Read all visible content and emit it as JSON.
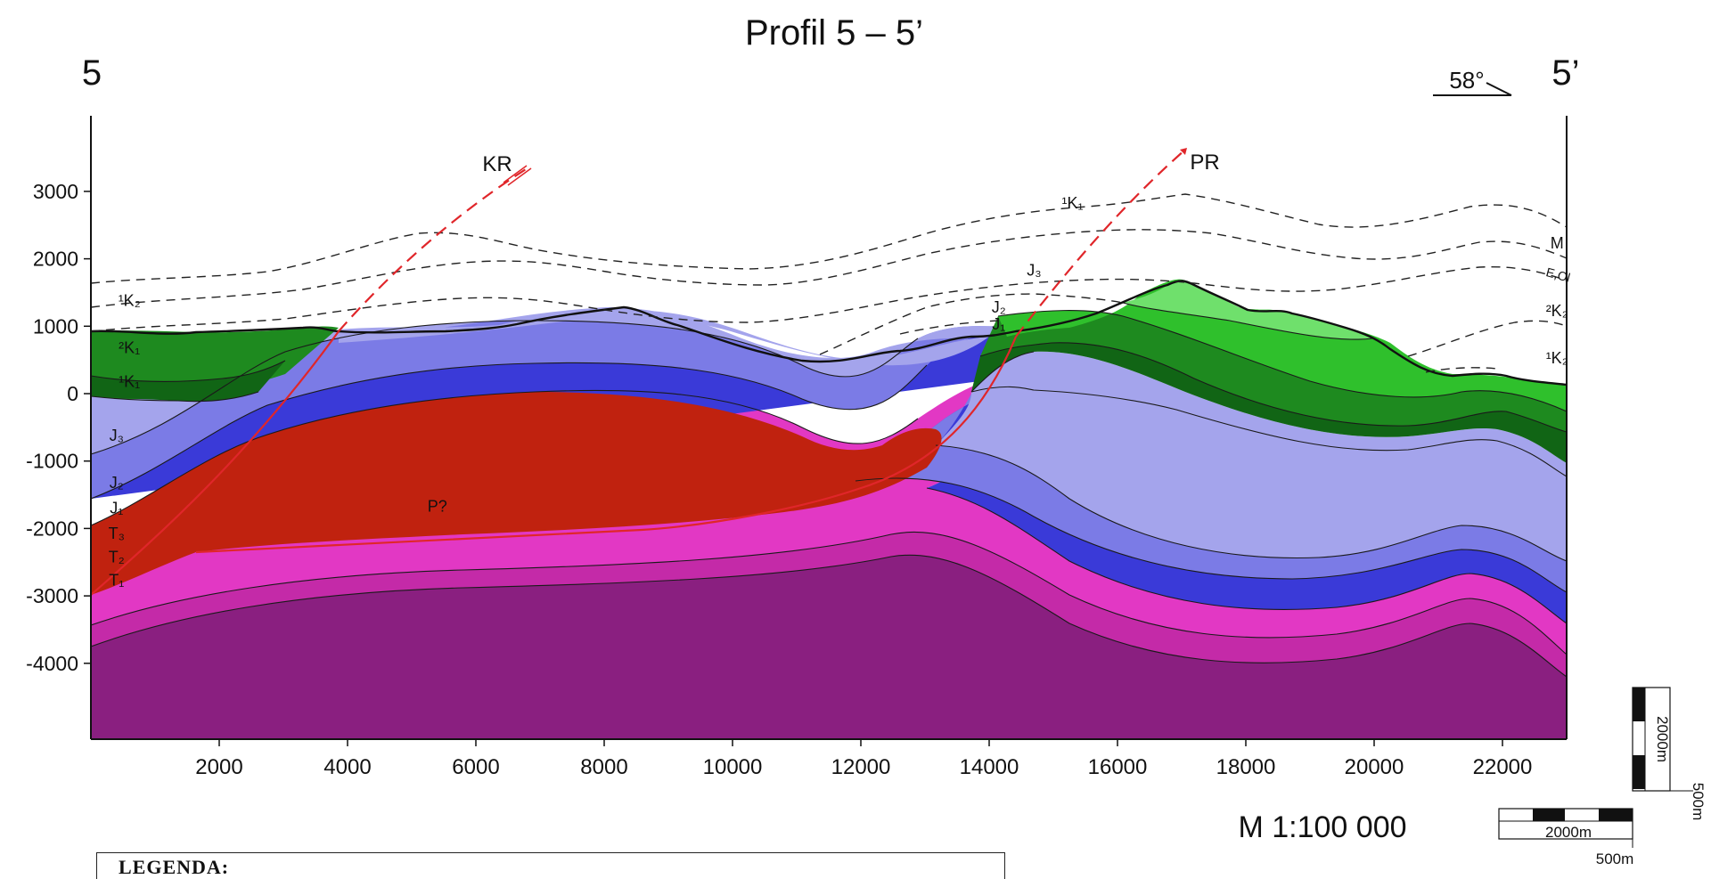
{
  "title": "Profil 5 – 5’",
  "section_ends": {
    "left": "5",
    "right": "5’"
  },
  "dip_indicator": "58°",
  "scale_text": "M 1:100 000",
  "legend_title": "LEGENDA:",
  "faults": [
    {
      "name": "KR",
      "color": "#e0262a"
    },
    {
      "name": "PR",
      "color": "#e0262a"
    }
  ],
  "scale_bar": {
    "horizontal": "2000m",
    "vertical": "2000m",
    "tick_h": "500m",
    "tick_v": "500m"
  },
  "colors": {
    "frame": "#111111",
    "K2_green_light": "#6fe06c",
    "K2_green": "#2fc02c",
    "K1_green_dark": "#1e8a1f",
    "K1_green_darker": "#116515",
    "J3_lavender": "#a4a4ec",
    "J2_periwinkle": "#7b7be6",
    "J1_blue": "#3a3ad8",
    "T3_pink": "#e238c4",
    "T2_magenta": "#c42aa8",
    "T1_purple": "#8a1f80",
    "P_red": "#c0220f"
  },
  "chart_data": {
    "type": "cross-section",
    "title": "Profil 5 – 5’",
    "xlim": [
      0,
      23000
    ],
    "ylim": [
      -5000,
      4000
    ],
    "x_ticks": [
      2000,
      4000,
      6000,
      8000,
      10000,
      12000,
      14000,
      16000,
      18000,
      20000,
      22000
    ],
    "y_ticks": [
      3000,
      2000,
      1000,
      0,
      -1000,
      -2000,
      -3000,
      -4000
    ],
    "x_tick_labels": [
      "2000",
      "4000",
      "6000",
      "8000",
      "10000",
      "12000",
      "14000",
      "16000",
      "18000",
      "20000",
      "22000"
    ],
    "y_tick_labels": [
      "3000",
      "2000",
      "1000",
      "0",
      "-1000",
      "-2000",
      "-3000",
      "-4000"
    ],
    "layers": [
      {
        "label": "¹K₂",
        "x": 600,
        "y": 1300
      },
      {
        "label": "²K₁",
        "x": 600,
        "y": 600
      },
      {
        "label": "¹K₁",
        "x": 600,
        "y": 100
      },
      {
        "label": "J₃",
        "x": 400,
        "y": -700
      },
      {
        "label": "J₂",
        "x": 400,
        "y": -1400
      },
      {
        "label": "J₁",
        "x": 400,
        "y": -1780
      },
      {
        "label": "T₃",
        "x": 400,
        "y": -2150
      },
      {
        "label": "T₂",
        "x": 400,
        "y": -2500
      },
      {
        "label": "T₁",
        "x": 400,
        "y": -2850
      },
      {
        "label": "P?",
        "x": 5400,
        "y": -1750
      },
      {
        "label": "¹K₁",
        "x": 15300,
        "y": 2750
      },
      {
        "label": "J₃",
        "x": 14700,
        "y": 1750
      },
      {
        "label": "J₂",
        "x": 14150,
        "y": 1200
      },
      {
        "label": "J₁",
        "x": 14150,
        "y": 950
      },
      {
        "label": "M",
        "x": 22850,
        "y": 2150
      },
      {
        "label": "E,Ol",
        "x": 22850,
        "y": 1700
      },
      {
        "label": "²K₂",
        "x": 22850,
        "y": 1150
      },
      {
        "label": "¹K₂",
        "x": 22850,
        "y": 450
      }
    ]
  }
}
